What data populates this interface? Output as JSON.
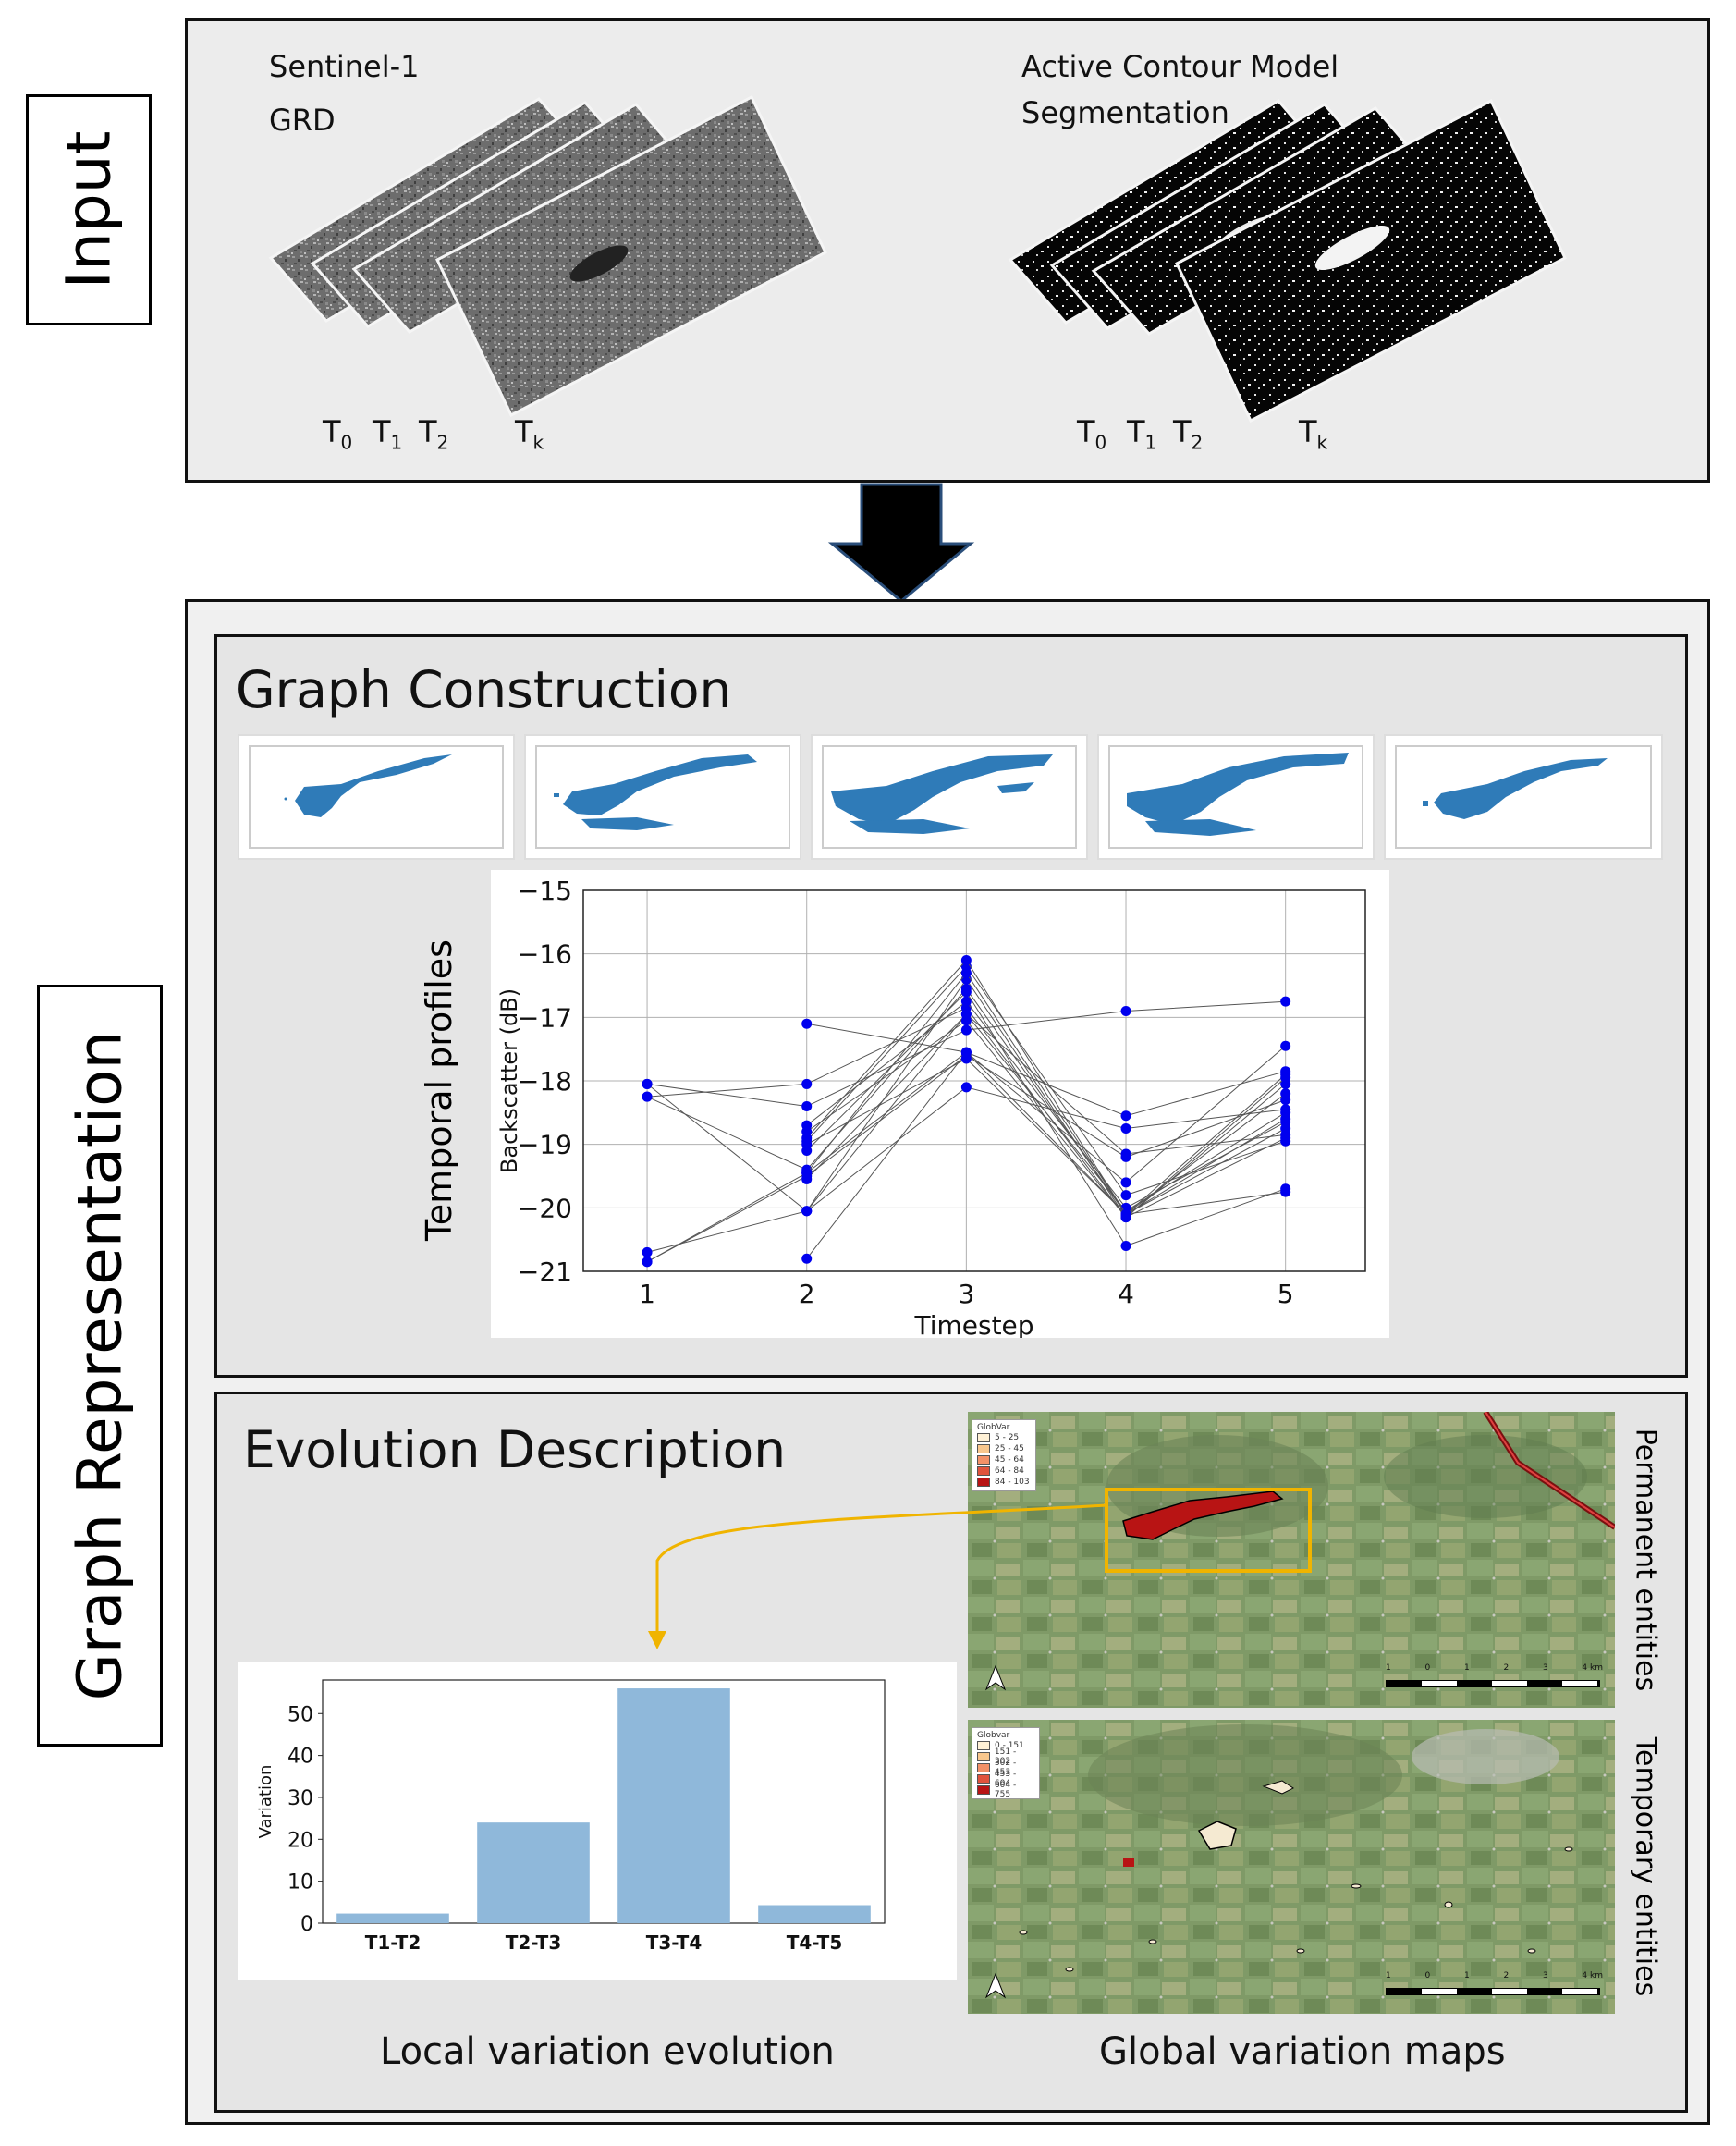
{
  "side_labels": {
    "input": "Input",
    "graph_representation": "Graph Representation"
  },
  "input_panel": {
    "left_title_line1": "Sentinel-1",
    "left_title_line2": "GRD",
    "right_title_line1": "Active Contour Model",
    "right_title_line2": "Segmentation",
    "ticks": [
      {
        "base": "T",
        "sub": "0"
      },
      {
        "base": "T",
        "sub": "1"
      },
      {
        "base": "T",
        "sub": "2"
      },
      {
        "base": "T",
        "sub": "k"
      }
    ]
  },
  "graph_construction": {
    "title": "Graph Construction",
    "thumbnail_count": 5,
    "side_label": "Temporal profiles"
  },
  "evolution_description": {
    "title": "Evolution Description",
    "local_caption": "Local variation evolution",
    "global_caption": "Global variation maps",
    "map_top_label": "Permanent entities",
    "map_bottom_label": "Temporary entities",
    "legend_top": {
      "title": "GlobVar",
      "entries": [
        "5 - 25",
        "25 - 45",
        "45 - 64",
        "64 - 84",
        "84 - 103"
      ],
      "colors": [
        "#fff1d6",
        "#f9c78d",
        "#f39167",
        "#e0533c",
        "#b81414"
      ]
    },
    "legend_bottom": {
      "title": "Globvar",
      "entries": [
        "0 - 151",
        "151 - 302",
        "302 - 453",
        "453 - 604",
        "604 - 755"
      ],
      "colors": [
        "#fff1d6",
        "#f9c78d",
        "#f39167",
        "#e0533c",
        "#b81414"
      ]
    },
    "scale_top": [
      "1",
      "0",
      "1",
      "2",
      "3",
      "4 km"
    ],
    "scale_bottom": [
      "1",
      "0",
      "1",
      "2",
      "3",
      "4 km"
    ]
  },
  "chart_data": [
    {
      "type": "line",
      "xlabel": "Timestep",
      "ylabel": "Backscatter (dB)",
      "x": [
        1,
        2,
        3,
        4,
        5
      ],
      "xlim": [
        0.6,
        5.5
      ],
      "ylim": [
        -21,
        -15
      ],
      "yticks": [
        -15,
        -16,
        -17,
        -18,
        -19,
        -20,
        -21
      ],
      "grid": true,
      "marker_color": "#0000ee",
      "series": [
        {
          "values": [
            -18.05,
            -20.05,
            -16.4,
            -20.15,
            -18.9
          ]
        },
        {
          "values": [
            -18.25,
            -19.4,
            -16.55,
            -20.1,
            -18.75
          ]
        },
        {
          "values": [
            -20.7,
            -20.05,
            -16.95,
            -20.05,
            -18.5
          ]
        },
        {
          "values": [
            -20.85,
            -19.5,
            -17.6,
            -19.2,
            -18.3
          ]
        },
        {
          "values": [
            -20.85,
            -19.45,
            -17.55,
            -20.1,
            -17.9
          ]
        },
        {
          "values": [
            -18.05,
            -18.4,
            -17.2,
            -16.9,
            -16.75
          ]
        },
        {
          "values": [
            -18.25,
            -18.05,
            -16.85,
            -20.15,
            -18.05
          ]
        },
        {
          "values": [
            null,
            -17.1,
            -17.55,
            -19.6,
            -17.45
          ]
        },
        {
          "values": [
            null,
            -18.7,
            -16.75,
            -20.0,
            -18.65
          ]
        },
        {
          "values": [
            null,
            -18.95,
            -16.2,
            -19.8,
            -18.95
          ]
        },
        {
          "values": [
            null,
            -19.1,
            -16.6,
            -20.6,
            -19.7
          ]
        },
        {
          "values": [
            null,
            -18.9,
            -16.1,
            -20.1,
            -18.2
          ]
        },
        {
          "values": [
            null,
            -20.8,
            -17.55,
            -18.55,
            -17.85
          ]
        },
        {
          "values": [
            null,
            -20.05,
            -18.1,
            -18.75,
            -18.45
          ]
        },
        {
          "values": [
            null,
            -19.55,
            -16.95,
            -19.15,
            -18.85
          ]
        },
        {
          "values": [
            null,
            -19.45,
            -16.3,
            -20.1,
            -18.6
          ]
        },
        {
          "values": [
            null,
            -18.8,
            -17.05,
            -20.15,
            -17.95
          ]
        },
        {
          "values": [
            null,
            -19.0,
            -17.65,
            -20.1,
            -19.75
          ]
        }
      ]
    },
    {
      "type": "bar",
      "ylabel": "Variation",
      "categories": [
        "T1-T2",
        "T2-T3",
        "T3-T4",
        "T4-T5"
      ],
      "values": [
        2.3,
        24,
        56,
        4.3
      ],
      "ylim": [
        0,
        58
      ],
      "yticks": [
        0,
        10,
        20,
        30,
        40,
        50
      ],
      "bar_color": "#8fb8da"
    }
  ]
}
